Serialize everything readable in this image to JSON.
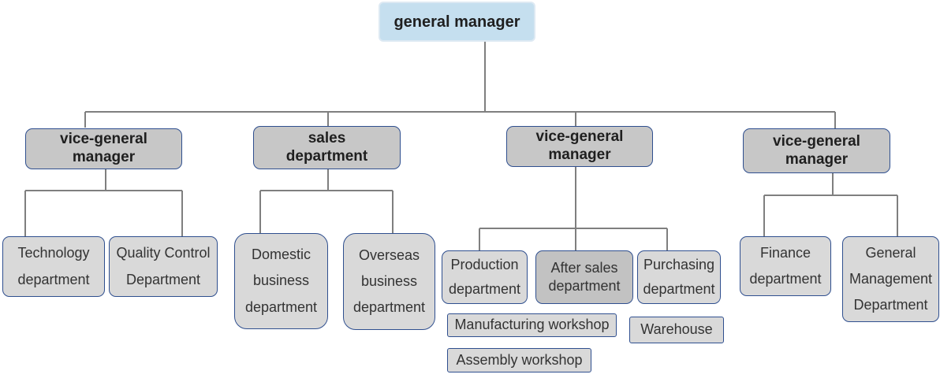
{
  "diagram": {
    "root": {
      "label": "general manager"
    },
    "level1": [
      {
        "label": "vice-general\nmanager"
      },
      {
        "label": "sales\ndepartment"
      },
      {
        "label": "vice-general\nmanager"
      },
      {
        "label": "vice-general\nmanager"
      }
    ],
    "level2": [
      {
        "label": "Technology\ndepartment"
      },
      {
        "label": "Quality Control\nDepartment"
      },
      {
        "label": "Domestic\nbusiness\ndepartment"
      },
      {
        "label": "Overseas\nbusiness\ndepartment"
      },
      {
        "label": "Production\ndepartment"
      },
      {
        "label": "After sales\ndepartment"
      },
      {
        "label": "Purchasing\ndepartment"
      },
      {
        "label": "Finance\ndepartment"
      },
      {
        "label": "General\nManagement\nDepartment"
      }
    ],
    "level3": [
      {
        "label": "Manufacturing workshop"
      },
      {
        "label": "Assembly workshop"
      },
      {
        "label": "Warehouse"
      }
    ]
  }
}
